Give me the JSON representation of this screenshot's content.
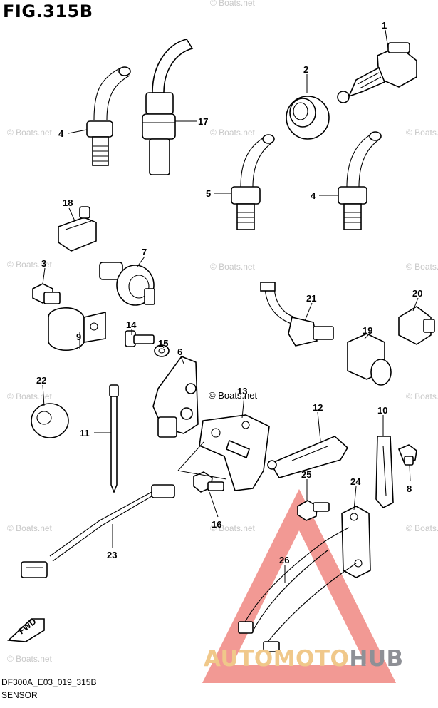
{
  "figure_title": "FIG.315B",
  "diagram_code": "DF300A_E03_019_315B",
  "caption": "SENSOR",
  "watermark_text": "© Boats.net",
  "overlay_logo": {
    "part_a": "AUTOMOTO",
    "part_b": "HUB",
    "accent_color": "#e8453c",
    "color_a": "#f0c88a",
    "color_b": "#8e9096"
  },
  "fwd_label": "FWD",
  "callouts": [
    "1",
    "2",
    "4",
    "17",
    "5",
    "4",
    "18",
    "3",
    "7",
    "21",
    "20",
    "19",
    "9",
    "14",
    "15",
    "6",
    "13",
    "22",
    "12",
    "10",
    "11",
    "8",
    "25",
    "24",
    "16",
    "23",
    "26"
  ]
}
